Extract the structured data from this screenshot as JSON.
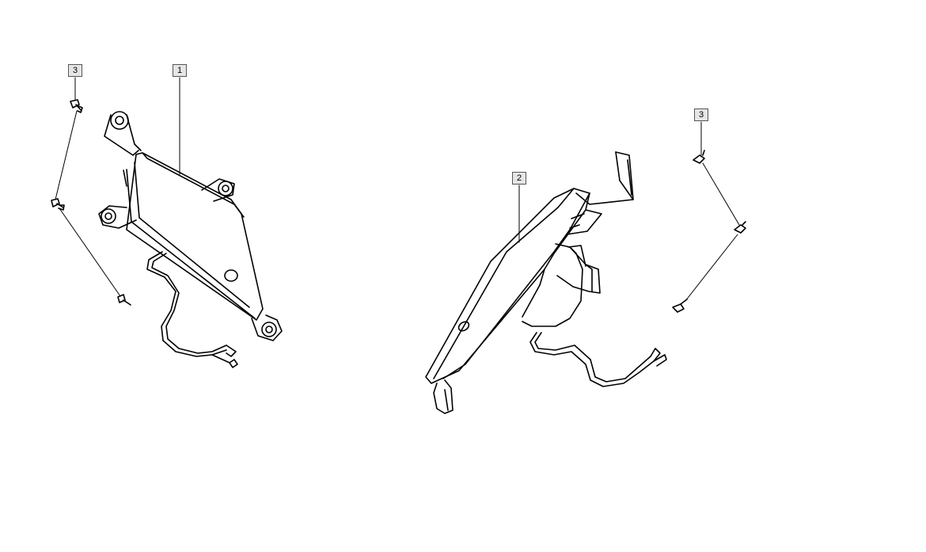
{
  "diagram": {
    "callouts": [
      {
        "id": "callout-1",
        "label": "1"
      },
      {
        "id": "callout-2",
        "label": "2"
      },
      {
        "id": "callout-3-left",
        "label": "3"
      },
      {
        "id": "callout-3-right",
        "label": "3"
      }
    ],
    "colors": {
      "line": "#000000",
      "callout_fill": "#e6e6e6",
      "callout_border": "#555555",
      "background": "#ffffff"
    }
  }
}
